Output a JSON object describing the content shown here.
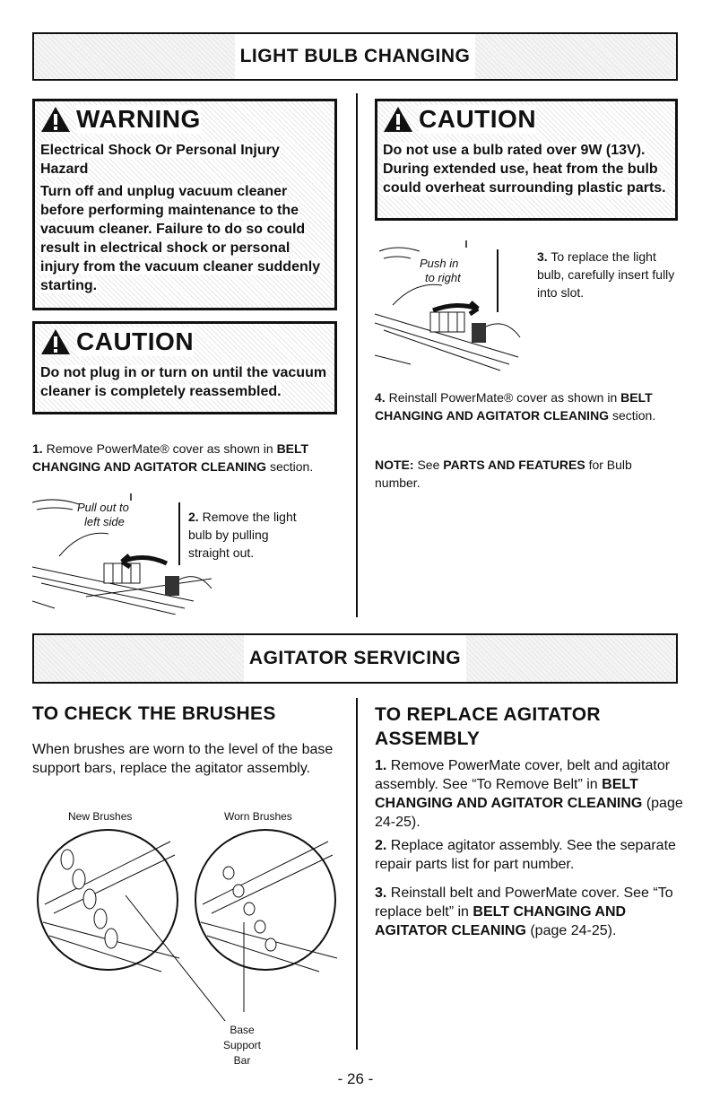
{
  "light_bulb": {
    "banner": "LIGHT BULB CHANGING",
    "warning": {
      "title": "WARNING",
      "hazard": "Electrical Shock Or Personal Injury Hazard",
      "text": "Turn off and unplug vacuum cleaner before performing maintenance to the vacuum cleaner. Failure to do so could result in electrical shock or personal injury from the vacuum cleaner suddenly starting."
    },
    "caution_left": {
      "title": "CAUTION",
      "text": "Do not plug in or turn on until the vacuum cleaner is completely reassembled."
    },
    "step1": {
      "num": "1.",
      "text": "Remove PowerMate® cover as shown in",
      "ref": "BELT CHANGING AND AGITATOR CLEANING",
      "after": "section."
    },
    "fig1_label_a": "Pull out to",
    "fig1_label_b": "left side",
    "step2": {
      "num": "2.",
      "text": "Remove the light bulb by pulling straight out."
    },
    "caution_right": {
      "title": "CAUTION",
      "text": "Do not use a bulb rated over 9W (13V). During extended use, heat from the bulb could overheat surrounding plastic parts."
    },
    "fig2_label_a": "Push in",
    "fig2_label_b": "to right",
    "step3": {
      "num": "3.",
      "text": "To replace the light bulb, carefully insert fully into slot."
    },
    "step4": {
      "num": "4.",
      "text": "Reinstall PowerMate® cover as shown in",
      "ref": "BELT CHANGING AND AGITATOR CLEANING",
      "after": "section."
    },
    "note": {
      "label": "NOTE:",
      "pre": "See",
      "ref": "PARTS AND FEATURES",
      "post": "for Bulb number."
    }
  },
  "agitator": {
    "banner": "AGITATOR SERVICING",
    "check": {
      "heading": "TO CHECK THE BRUSHES",
      "text": "When brushes are worn to the level of the base support bars, replace the agitator assembly.",
      "new_label": "New Brushes",
      "worn_label": "Worn Brushes",
      "base_label_1": "Base",
      "base_label_2": "Support",
      "base_label_3": "Bar"
    },
    "replace": {
      "heading_1": "TO REPLACE AGITATOR",
      "heading_2": "ASSEMBLY",
      "s1_num": "1.",
      "s1_pre": "Remove PowerMate cover, belt and agitator assembly. See “To Remove Belt” in",
      "s1_ref": "BELT CHANGING AND AGITATOR CLEANING",
      "s1_post": "(page 24-25).",
      "s2_num": "2.",
      "s2_text": "Replace agitator assembly. See the separate repair parts list for part number.",
      "s3_num": "3.",
      "s3_pre": "Reinstall belt and PowerMate cover. See “To replace belt” in",
      "s3_ref": "BELT CHANGING AND AGITATOR CLEANING",
      "s3_post": "(page 24-25)."
    }
  },
  "page_number": "- 26 -"
}
